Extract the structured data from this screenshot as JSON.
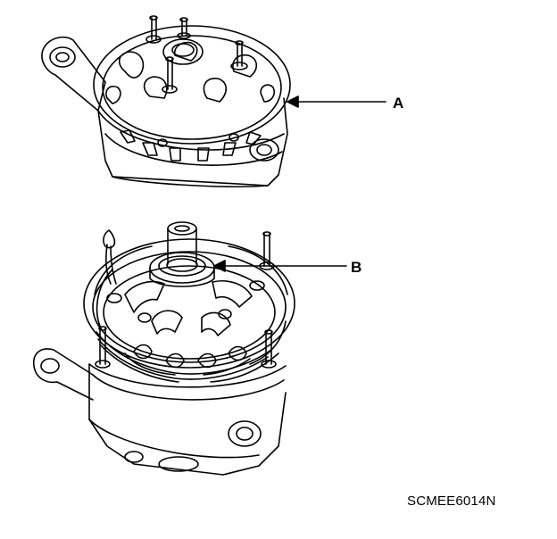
{
  "callouts": {
    "a": {
      "label": "A"
    },
    "b": {
      "label": "B"
    }
  },
  "figure_code": "SCMEE6014N",
  "colors": {
    "line": "#000000",
    "background": "#ffffff"
  }
}
